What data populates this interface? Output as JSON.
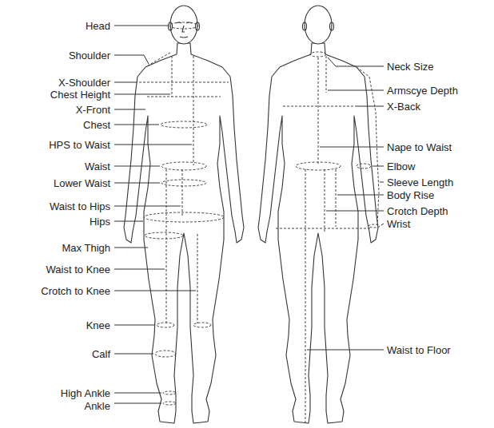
{
  "diagram": {
    "labels": [
      "Head",
      "Shoulder",
      "X-Shoulder",
      "Chest Height",
      "X-Front",
      "Chest",
      "HPS to Waist",
      "Waist",
      "Lower Waist",
      "Waist to Hips",
      "Hips",
      "Max Thigh",
      "Waist to Knee",
      "Crotch to Knee",
      "Knee",
      "Calf",
      "High Ankle",
      "Ankle",
      "Neck Size",
      "Armscye Depth",
      "X-Back",
      "Nape to Waist",
      "Elbow",
      "Sleeve Length",
      "Body Rise",
      "Crotch Depth",
      "Wrist",
      "Waist to Floor"
    ]
  }
}
